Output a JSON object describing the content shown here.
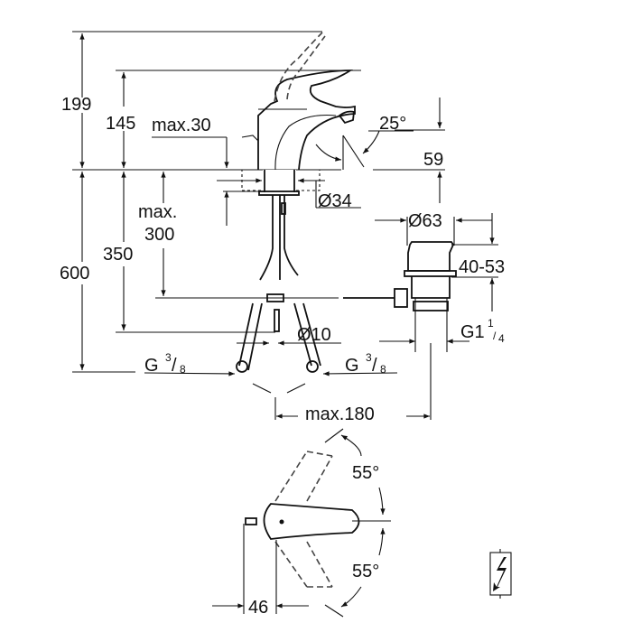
{
  "dimensions": {
    "lever_raised_height": "199",
    "faucet_height": "145",
    "max_deck_thickness": "max.30",
    "spout_angle": "25°",
    "spout_height": "59",
    "hole_diameter": "Ø34",
    "max_label": "max.",
    "max_value": "300",
    "supply_length": "350",
    "total_height": "600",
    "waste_diameter": "Ø63",
    "waste_range": "40-53",
    "waste_thread_prefix": "G1",
    "waste_thread_num": "1",
    "waste_thread_den": "4",
    "rod_diameter": "Ø10",
    "supply_thread_prefix": "G",
    "supply_thread_num": "3",
    "supply_thread_den": "8",
    "max_projection": "max.180",
    "swing_angle_top": "55°",
    "swing_angle_bottom": "55°",
    "lever_offset": "46"
  },
  "icons": [
    "electrical-lightning-symbol"
  ]
}
